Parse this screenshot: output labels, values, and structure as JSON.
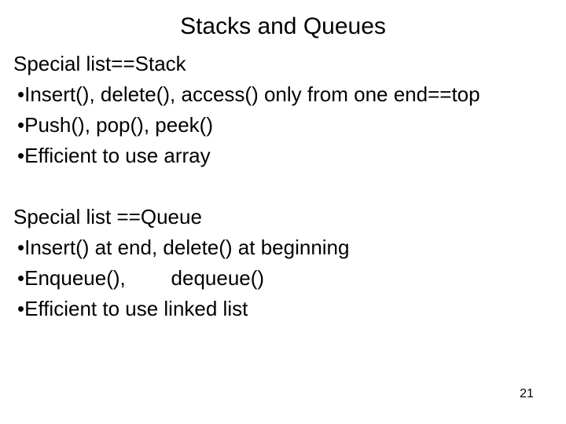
{
  "slide": {
    "title": "Stacks and Queues",
    "page_number": "21",
    "background_color": "#ffffff",
    "text_color": "#000000",
    "bullet_glyph": "•",
    "blocks": [
      {
        "heading": "Special list==Stack",
        "bullets": [
          "Insert(), delete(), access() only from one end==top",
          "Push(), pop(), peek()",
          "Efficient to use array"
        ]
      },
      {
        "heading": "Special list ==Queue",
        "bullets": [
          "Insert() at end, delete() at beginning",
          "Enqueue(),        dequeue()",
          "Efficient to use linked list"
        ]
      }
    ]
  }
}
